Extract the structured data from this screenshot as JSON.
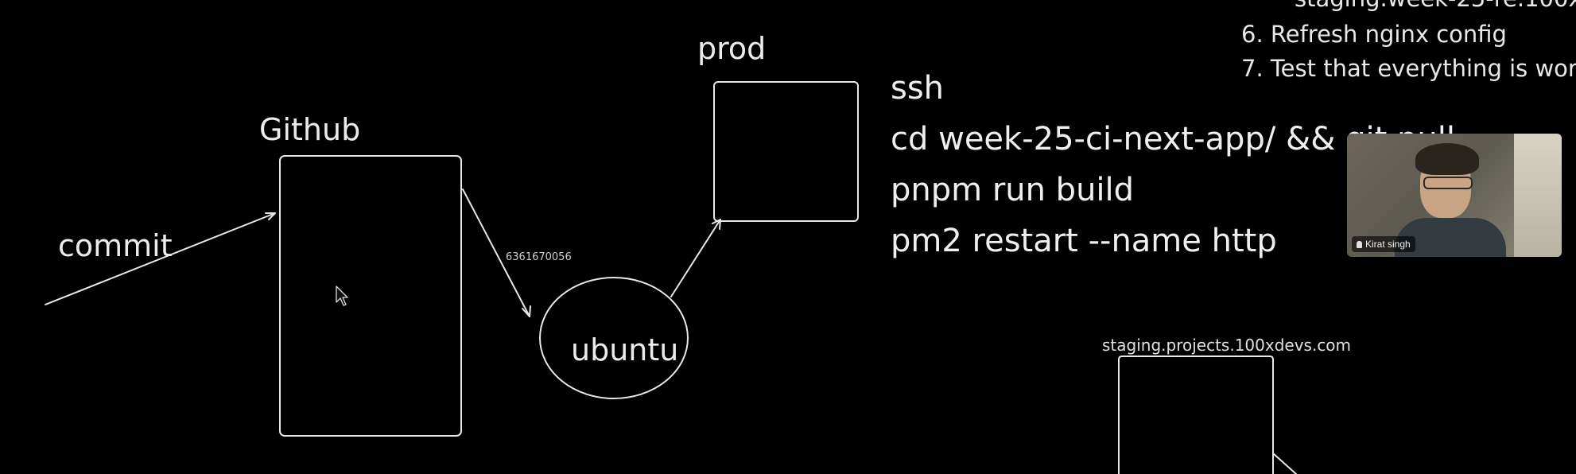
{
  "diagram": {
    "labels": {
      "commit": "commit",
      "github": "Github",
      "phone": "6361670056",
      "ubuntu": "ubuntu",
      "prod": "prod",
      "staging_url": "staging.projects.100xdevs.com"
    },
    "commands": [
      "ssh",
      "cd week-25-ci-next-app/ && git pull",
      "pnpm run build",
      "pm2 restart --name http"
    ],
    "steps": {
      "partial_top": "staging.week-25-re.100x",
      "items": [
        "6. Refresh nginx config",
        "7. Test that everything is wor"
      ]
    },
    "stroke_color": "#e8e8e8",
    "background_color": "#000000"
  },
  "video_call": {
    "participant_name": "Kirat singh",
    "pin_icon": "pin-icon"
  }
}
